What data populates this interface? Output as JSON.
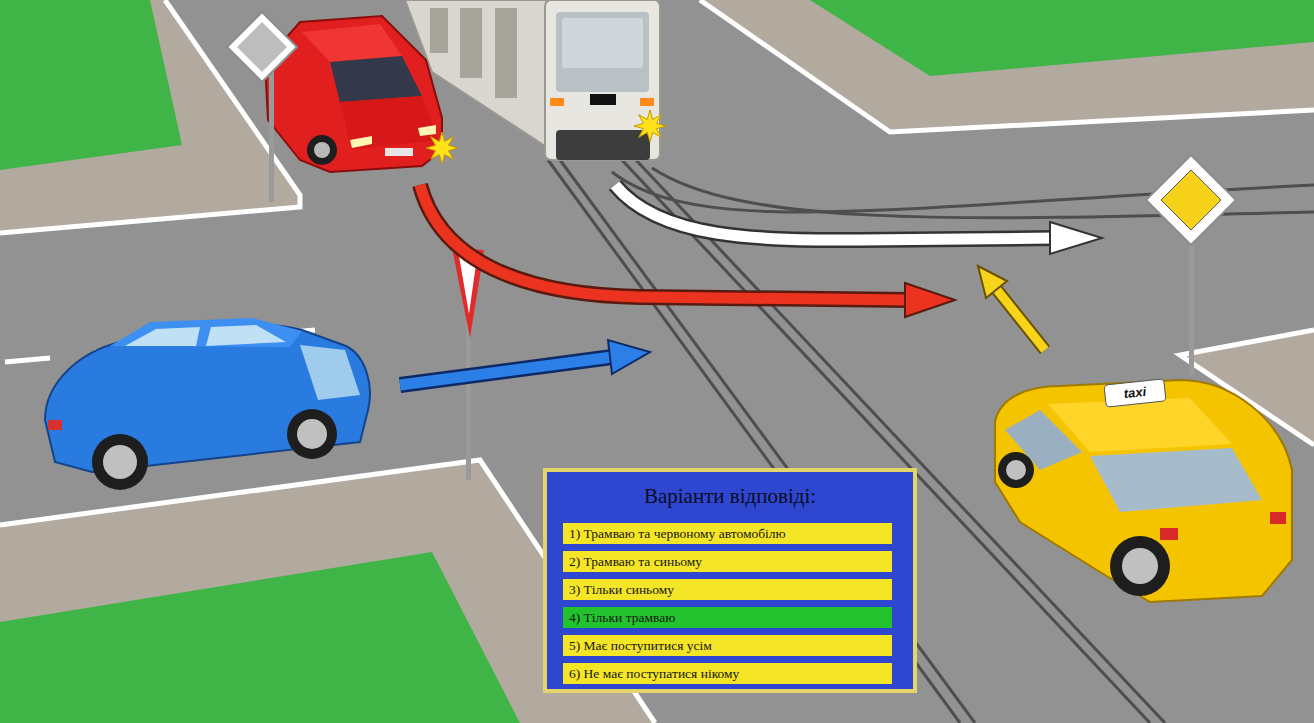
{
  "diagram": {
    "nodes": [
      {
        "text": [
          "Варіанти відповіді:"
        ]
      },
      {
        "text": [
          "1) Трамваю та червоному автомобілю"
        ],
        "in": 0
      },
      {
        "text": [
          "2) Трамваю та синьому"
        ],
        "in": 0
      },
      {
        "text": [
          "3) Тільки синьому"
        ],
        "in": 0
      },
      {
        "text": [
          "4) Тільки трамваю"
        ],
        "in": 0
      },
      {
        "text": [
          "5) Має поступитися усім"
        ],
        "in": 0
      },
      {
        "text": [
          "6) Не має поступатися нікому"
        ],
        "in": 0
      }
    ],
    "labels": [
      "taxi"
    ]
  }
}
